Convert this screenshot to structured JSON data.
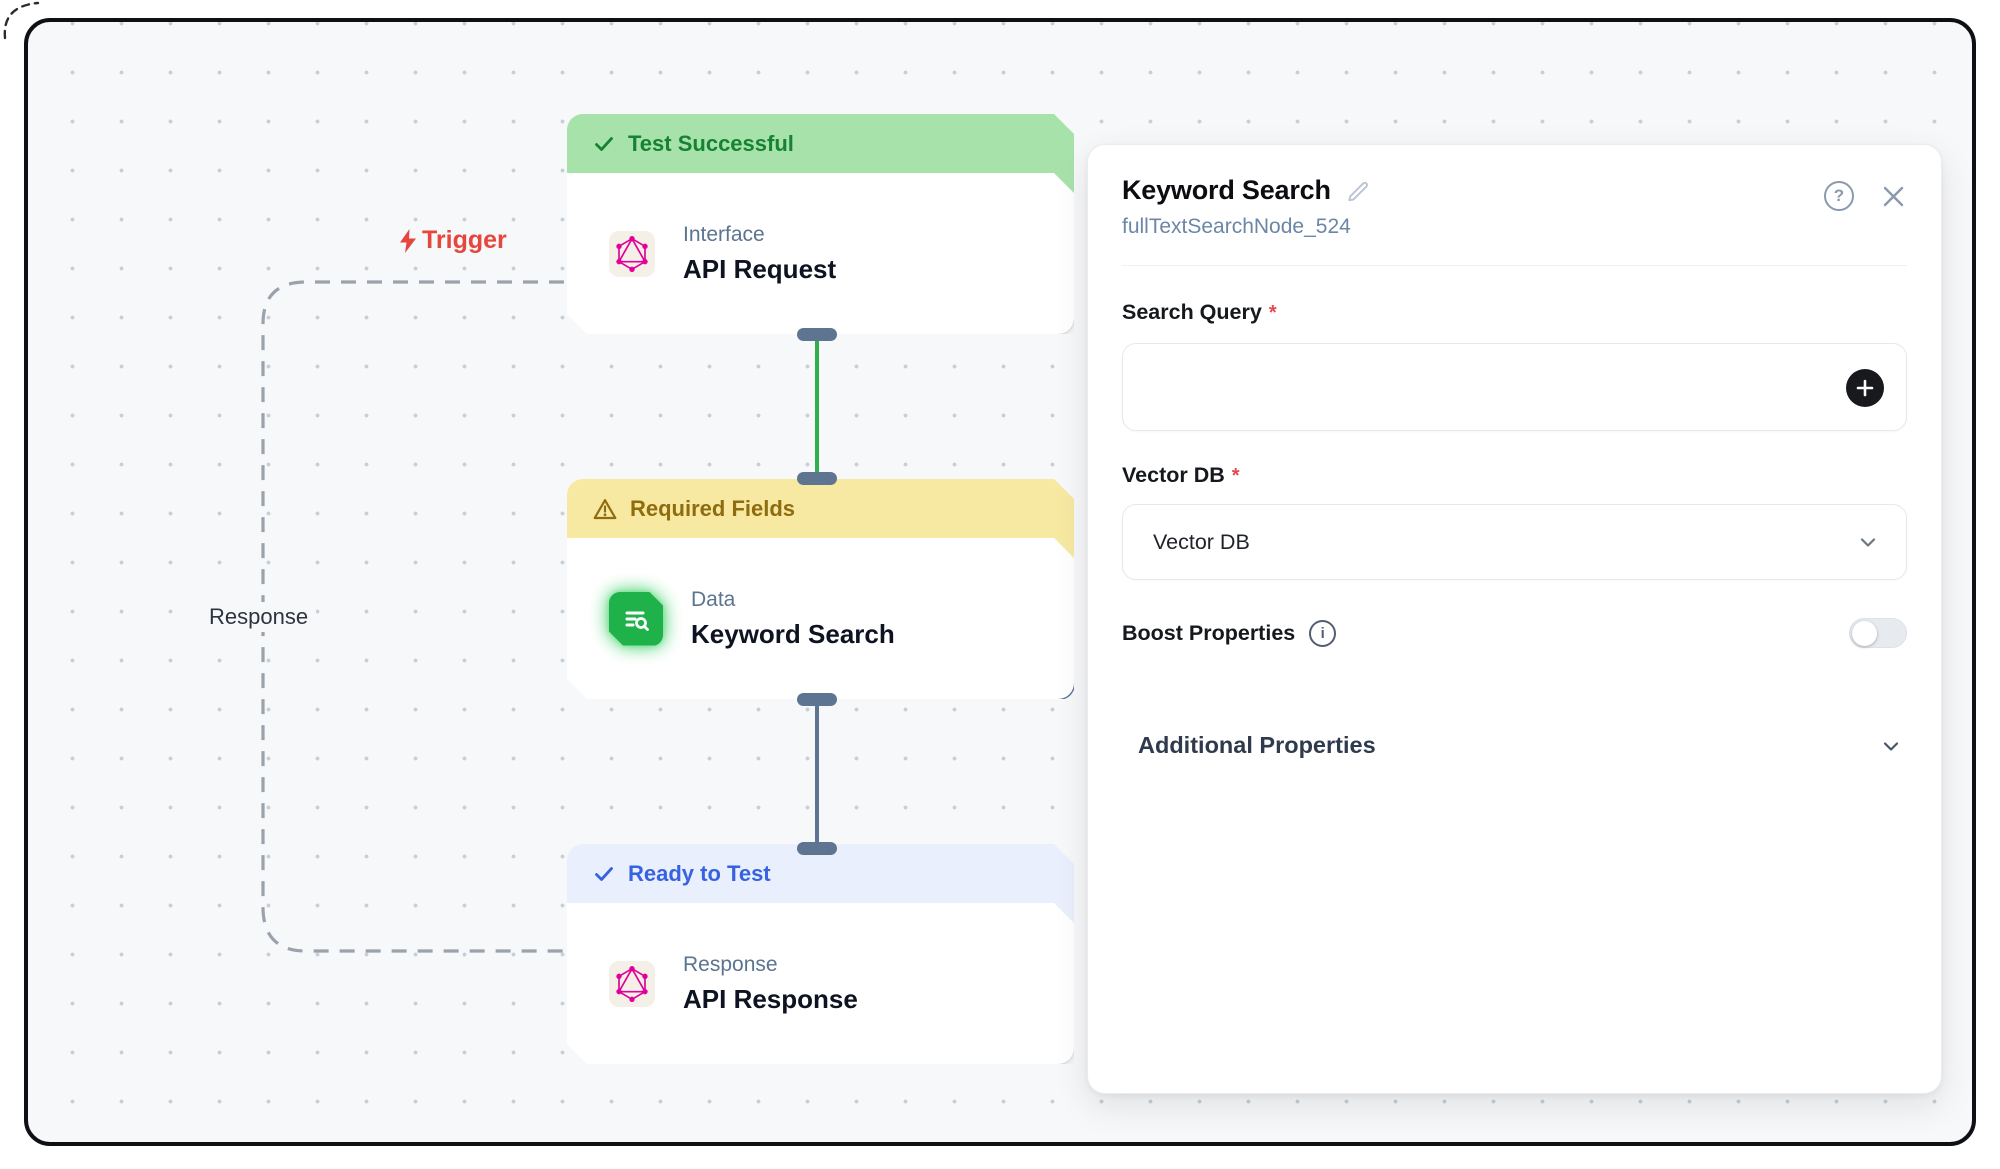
{
  "canvas": {
    "trigger": {
      "label": "Trigger",
      "icon": "lightning-icon",
      "color": "#e5463d"
    },
    "response_label": "Response",
    "check_glyph": "✓",
    "nodes": [
      {
        "status": "Test Successful",
        "status_icon": "check-icon",
        "category": "Interface",
        "title": "API Request",
        "selected": false
      },
      {
        "status": "Required Fields",
        "status_icon": "warning-icon",
        "category": "Data",
        "title": "Keyword Search",
        "selected": true
      },
      {
        "status": "Ready to Test",
        "status_icon": "check-icon",
        "category": "Response",
        "title": "API Response",
        "selected": false
      }
    ]
  },
  "panel": {
    "title": "Keyword Search",
    "node_id": "fullTextSearchNode_524",
    "help_glyph": "?",
    "search_query": {
      "label": "Search Query",
      "required_marker": "*",
      "value": ""
    },
    "vector_db": {
      "label": "Vector DB",
      "required_marker": "*",
      "selected_value": "Vector DB"
    },
    "boost_properties": {
      "label": "Boost Properties",
      "info_glyph": "i",
      "enabled": false
    },
    "additional_properties": {
      "label": "Additional Properties"
    }
  },
  "colors": {
    "frame_border": "#0e1013",
    "canvas_bg": "#f7f8f9",
    "success_bg": "#a8e2ab",
    "success_text": "#168233",
    "warning_bg": "#f7e9a2",
    "warning_text": "#8f6c0e",
    "ready_bg": "#e9effc",
    "ready_text": "#3763e0",
    "connector_green": "#2fb04a",
    "connector_slate": "#5d7590",
    "selected_border": "#5b7292",
    "graphql_pink": "#e10098",
    "keyword_icon_green": "#1fb24b"
  }
}
